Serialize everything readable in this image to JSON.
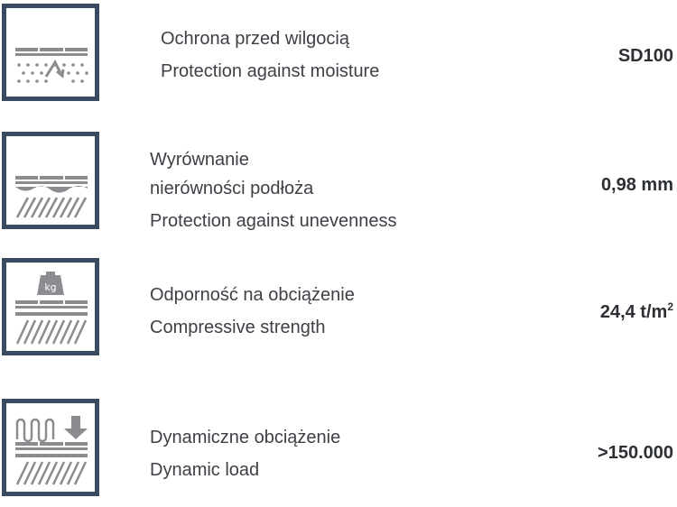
{
  "features": [
    {
      "icon": "moisture-icon",
      "label_pl": "Ochrona przed wilgocią",
      "label_en": "Protection against moisture",
      "value": "SD100"
    },
    {
      "icon": "unevenness-icon",
      "label_pl_line1": "Wyrównanie",
      "label_pl_line2": "nierówności podłoża",
      "label_en": "Protection against unevenness",
      "value": "0,98 mm"
    },
    {
      "icon": "weight-icon",
      "weight_label": "kg",
      "label_pl": "Odporność na obciążenie",
      "label_en": "Compressive strength",
      "value": "24,4 t/m",
      "value_sup": "2"
    },
    {
      "icon": "dynamic-load-icon",
      "label_pl": "Dynamiczne obciążenie",
      "label_en": "Dynamic load",
      "value": ">150.000"
    }
  ],
  "colors": {
    "frame": "#3b4a63",
    "icon_gray": "#8a8c90",
    "text": "#3d4046"
  }
}
